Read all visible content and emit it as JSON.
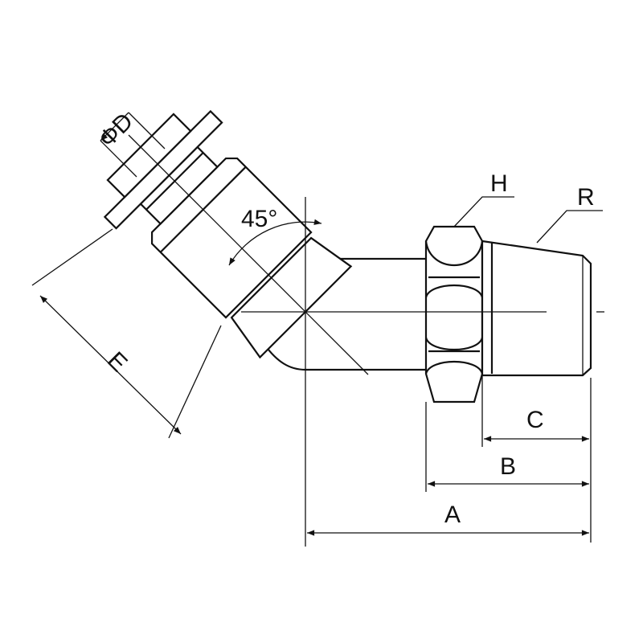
{
  "diagram": {
    "labels": {
      "phi_d": "ΦD",
      "angle": "45°",
      "h": "H",
      "r": "R",
      "e": "E",
      "a": "A",
      "b": "B",
      "c": "C"
    },
    "colors": {
      "line": "#111111",
      "background": "#ffffff"
    }
  }
}
